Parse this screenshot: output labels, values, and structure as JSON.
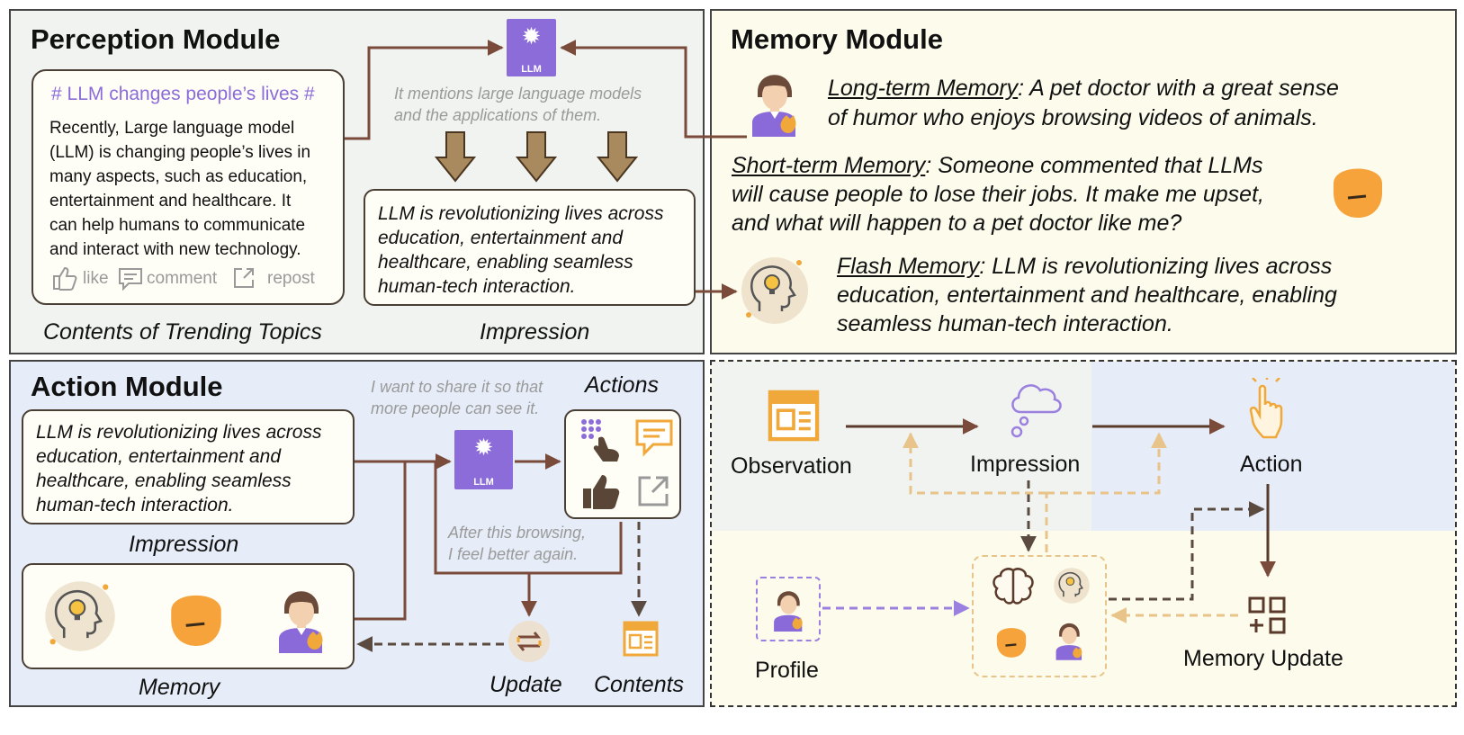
{
  "perception": {
    "title": "Perception Module",
    "post_hashtag": "# LLM changes people’s lives #",
    "post_lines": [
      "Recently, Large language model",
      "(LLM) is changing people’s lives in",
      "many aspects, such as education,",
      "entertainment and healthcare. It",
      "can help humans to communicate",
      "and interact with new technology."
    ],
    "like": "like",
    "comment": "comment",
    "repost": "repost",
    "caption_left": "Contents of Trending Topics",
    "llm_note_lines": [
      "It mentions large language models",
      "and the applications of them."
    ],
    "impression_lines": [
      "LLM is revolutionizing lives across",
      "education, entertainment and",
      "healthcare, enabling seamless",
      "human-tech interaction."
    ],
    "caption_right": "Impression",
    "llm_label": "LLM"
  },
  "memory": {
    "title": "Memory Module",
    "long_label": "Long-term Memory",
    "long_lines": [
      ": A pet doctor with a great sense",
      "of humor who enjoys browsing videos of animals."
    ],
    "short_label": "Short-term Memory",
    "short_lines": [
      ": Someone commented that LLMs",
      "will cause people to lose their jobs. It make me upset,",
      "and what will happen to a pet doctor like me?"
    ],
    "flash_label": "Flash Memory",
    "flash_lines": [
      ": LLM is revolutionizing lives across",
      "education, entertainment and healthcare, enabling",
      "seamless human-tech interaction."
    ]
  },
  "action": {
    "title": "Action Module",
    "impression_lines": [
      "LLM is revolutionizing lives across",
      "education, entertainment and",
      "healthcare, enabling seamless",
      "human-tech interaction."
    ],
    "impression_caption": "Impression",
    "memory_caption": "Memory",
    "share_note_lines": [
      "I want to share it so that",
      "more people can see it."
    ],
    "actions_label": "Actions",
    "feel_note_lines": [
      "After this browsing,",
      "I feel better again."
    ],
    "update_label": "Update",
    "contents_label": "Contents",
    "llm_label": "LLM"
  },
  "overview": {
    "observation": "Observation",
    "impression": "Impression",
    "action": "Action",
    "profile": "Profile",
    "memory_update": "Memory Update"
  },
  "colors": {
    "arrow_brown": "#7a4a3a",
    "llm_purple": "#8b6cd9",
    "accent_orange": "#f0a83a",
    "dashed_tan": "#e8c48a",
    "dashed_purple": "#9b80e0",
    "panel_gray": "#f1f3f1",
    "panel_cream": "#fdfbec",
    "panel_blue": "#e6edf8"
  }
}
